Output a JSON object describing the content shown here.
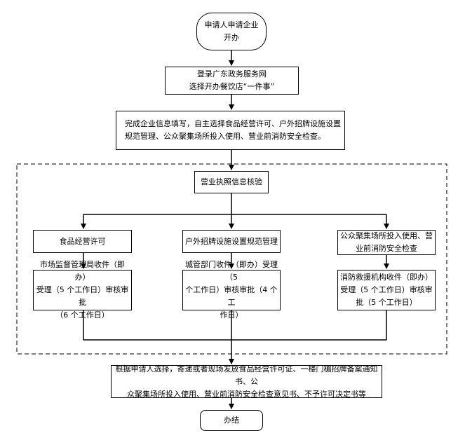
{
  "flow": {
    "start": "申请人申请企业\n开办",
    "step1": "登录广东政务服务网\n选择开办餐饮店“一件事”",
    "step2": "完成企业信息填写，自主选择食品经营许可、户外招牌设施设置\n规范管理、公众聚集场所投入使用、营业前消防安全检查。",
    "verify": "营业执照信息核验",
    "branch_food": "食品经营许可",
    "branch_sign": "户外招牌设施设置规范管理",
    "branch_fire": "公众聚集场所投入使用、营\n业前消防安全检查",
    "proc_food": "市场监督管理局收件（即办）\n受理（5 个工作日）审核审批\n（6 个工作日）",
    "proc_sign": "城管部门收件（即办）受理（5\n个工作日）审核审批（4 个工\n作日）",
    "proc_fire": "消防救援机构收件（即办）\n受理（5 个工作日）审核审\n批（5 个工作日）",
    "result": "根据申请人选择，寄递或者现场发放食品经营许可证、一楼门楣招牌备案通知书、公\n众聚集场所投入使用、营业前消防安全检查意见书、不予许可决定书等",
    "end": "办结"
  }
}
